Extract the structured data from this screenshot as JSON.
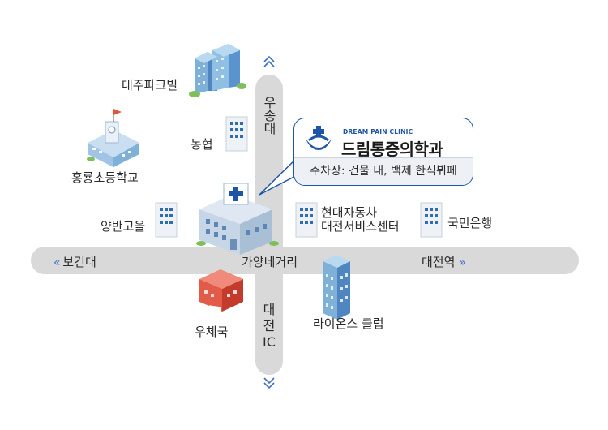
{
  "roads": {
    "north": "우송대",
    "south_lines": [
      "대",
      "전",
      "IC"
    ],
    "west": "보건대",
    "east": "대전역",
    "intersection": "가양네거리"
  },
  "landmarks": {
    "daeju_park_ville": "대주파크빌",
    "nonghyup": "농협",
    "hongryong_school": "홍룡초등학교",
    "yangban_school": "양반고을",
    "hyundai_line1": "현대자동차",
    "hyundai_line2": "대전서비스센터",
    "kookmin_bank": "국민은행",
    "post_office": "우체국",
    "lions_club": "라이온스 클럽"
  },
  "clinic": {
    "name_en": "DREAM PAIN CLINIC",
    "name_ko": "드림통증의학과",
    "parking": "주차장: 건물 내, 백제 한식뷔페"
  },
  "colors": {
    "road": "#d9d9d9",
    "accent_blue": "#1f55a6",
    "chevron": "#3b6fc8"
  },
  "icons": {
    "north_arrow": "double-chevron-up-icon",
    "south_arrow": "double-chevron-down-icon",
    "west_arrow": "double-chevron-left-icon",
    "east_arrow": "double-chevron-right-icon",
    "clinic_logo": "clinic-logo-icon"
  }
}
